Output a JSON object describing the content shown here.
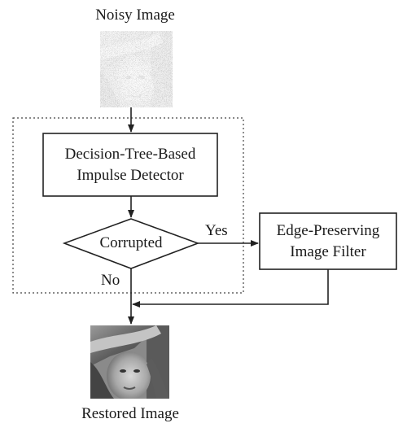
{
  "diagram": {
    "input_label": "Noisy Image",
    "detector_label_line1": "Decision-Tree-Based",
    "detector_label_line2": "Impulse Detector",
    "decision_label": "Corrupted",
    "yes_label": "Yes",
    "no_label": "No",
    "filter_label_line1": "Edge-Preserving",
    "filter_label_line2": "Image Filter",
    "output_label": "Restored Image"
  }
}
